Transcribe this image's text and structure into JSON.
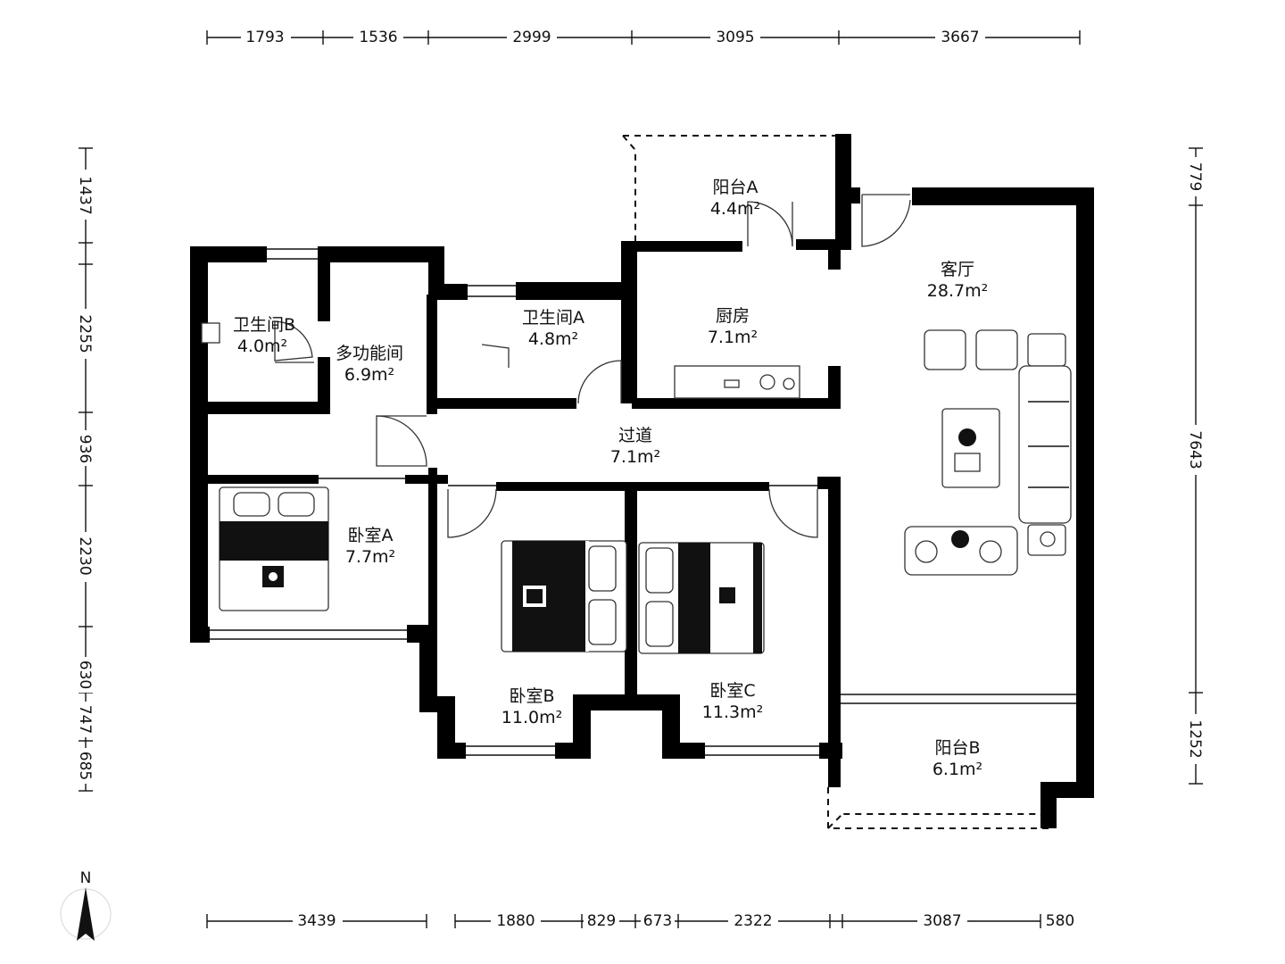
{
  "rooms": {
    "balcony_a": {
      "name": "阳台A",
      "area": "4.4m²"
    },
    "living": {
      "name": "客厅",
      "area": "28.7m²"
    },
    "bath_b": {
      "name": "卫生间B",
      "area": "4.0m²"
    },
    "multi": {
      "name": "多功能间",
      "area": "6.9m²"
    },
    "bath_a": {
      "name": "卫生间A",
      "area": "4.8m²"
    },
    "kitchen": {
      "name": "厨房",
      "area": "7.1m²"
    },
    "corridor": {
      "name": "过道",
      "area": "7.1m²"
    },
    "bed_a": {
      "name": "卧室A",
      "area": "7.7m²"
    },
    "bed_b": {
      "name": "卧室B",
      "area": "11.0m²"
    },
    "bed_c": {
      "name": "卧室C",
      "area": "11.3m²"
    },
    "balcony_b": {
      "name": "阳台B",
      "area": "6.1m²"
    }
  },
  "dimensions": {
    "top": [
      "1793",
      "1536",
      "2999",
      "3095",
      "3667"
    ],
    "bottom": [
      "3439",
      "1880",
      "829",
      "673",
      "2322",
      "3087",
      "580"
    ],
    "left": [
      "1437",
      "2255",
      "936",
      "2230",
      "630",
      "747",
      "685"
    ],
    "right": [
      "779",
      "7643",
      "1252"
    ]
  },
  "compass": {
    "label": "N",
    "icon": "north-arrow-icon"
  }
}
